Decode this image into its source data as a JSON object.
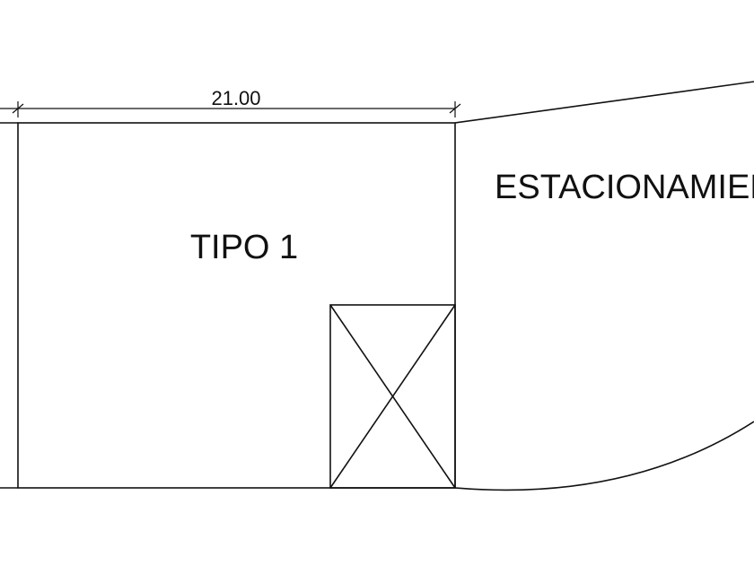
{
  "plan": {
    "dimension_label": "21.00",
    "unit_label": "TIPO 1",
    "parking_label": "ESTACIONAMIENTO"
  },
  "colors": {
    "background": "#ffffff",
    "ink": "#111111"
  }
}
